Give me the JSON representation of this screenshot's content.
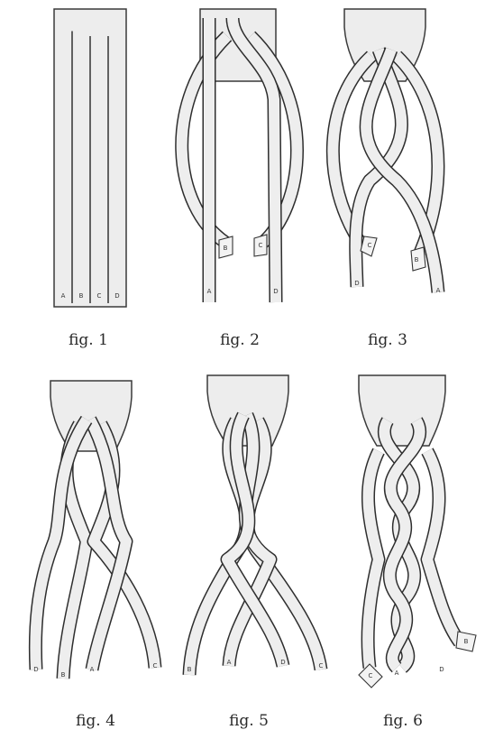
{
  "figures": [
    {
      "caption": "fig. 1",
      "labels": [
        "A",
        "B",
        "C",
        "D"
      ]
    },
    {
      "caption": "fig. 2",
      "labels": [
        "A",
        "B",
        "C",
        "D"
      ]
    },
    {
      "caption": "fig. 3",
      "labels": [
        "D",
        "C",
        "B",
        "A"
      ]
    },
    {
      "caption": "fig. 4",
      "labels": [
        "D",
        "B",
        "A",
        "C"
      ]
    },
    {
      "caption": "fig. 5",
      "labels": [
        "B",
        "A",
        "D",
        "C"
      ]
    },
    {
      "caption": "fig. 6",
      "labels": [
        "C",
        "A",
        "D",
        "B"
      ]
    }
  ]
}
